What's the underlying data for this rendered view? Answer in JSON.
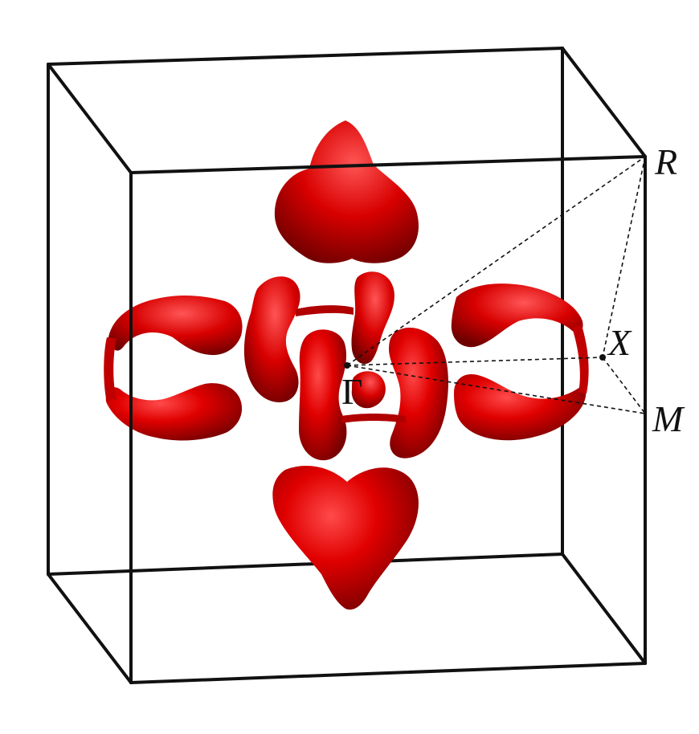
{
  "figure": {
    "labels": {
      "gamma": "Γ",
      "r": "R",
      "x": "X",
      "m": "M"
    },
    "colors": {
      "surface": "#e00000",
      "surface_dark": "#8a0000",
      "surface_light": "#ff5a5a",
      "lines": "#111111",
      "background": "#ffffff"
    }
  }
}
